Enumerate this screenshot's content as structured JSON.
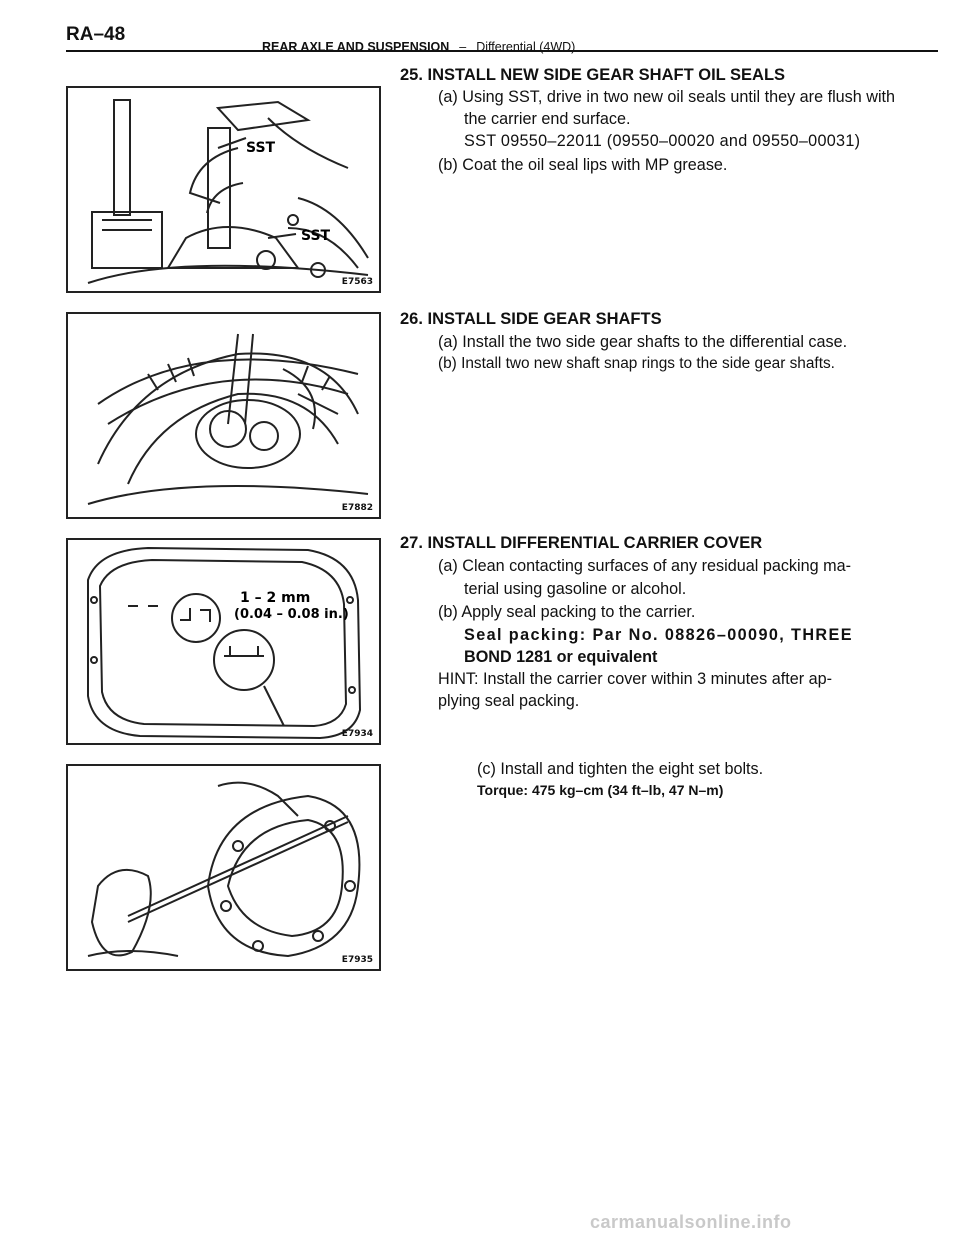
{
  "header": {
    "page_code": "RA–48",
    "section": "REAR AXLE AND SUSPENSION",
    "separator": "–",
    "subsection": "Differential (4WD)"
  },
  "figures": [
    {
      "label": "E7563",
      "callouts": [
        "SST",
        "SST"
      ]
    },
    {
      "label": "E7882"
    },
    {
      "label": "E7934",
      "callouts": [
        "1 – 2 mm",
        "(0.04 – 0.08 in.)"
      ]
    },
    {
      "label": "E7935"
    }
  ],
  "steps": {
    "s25": {
      "title": "25. INSTALL NEW SIDE GEAR SHAFT OIL SEALS",
      "a1": "(a) Using SST, drive in two new oil seals until they are flush with",
      "a2": "the carrier end surface.",
      "a3": "SST 09550–22011 (09550–00020 and 09550–00031)",
      "b": "(b) Coat the oil seal lips with MP grease."
    },
    "s26": {
      "title": "26. INSTALL SIDE GEAR SHAFTS",
      "a": "(a) Install the two side gear shafts to the differential case.",
      "b": "(b) Install two new shaft snap rings to the side gear shafts."
    },
    "s27": {
      "title": "27. INSTALL DIFFERENTIAL CARRIER COVER",
      "a1": "(a) Clean contacting surfaces of any residual packing ma-",
      "a2": "terial using gasoline or alcohol.",
      "b": "(b) Apply seal packing to the carrier.",
      "spec1": "Seal packing: Par No. 08826–00090, THREE",
      "spec2": "BOND 1281 or equivalent",
      "hint1": "HINT: Install the carrier cover within 3 minutes after ap-",
      "hint2": "plying seal packing.",
      "c": "(c) Install and tighten the eight set bolts.",
      "torque": "Torque: 475 kg–cm (34 ft–lb, 47 N–m)"
    }
  },
  "watermark": "carmanualsonline.info"
}
